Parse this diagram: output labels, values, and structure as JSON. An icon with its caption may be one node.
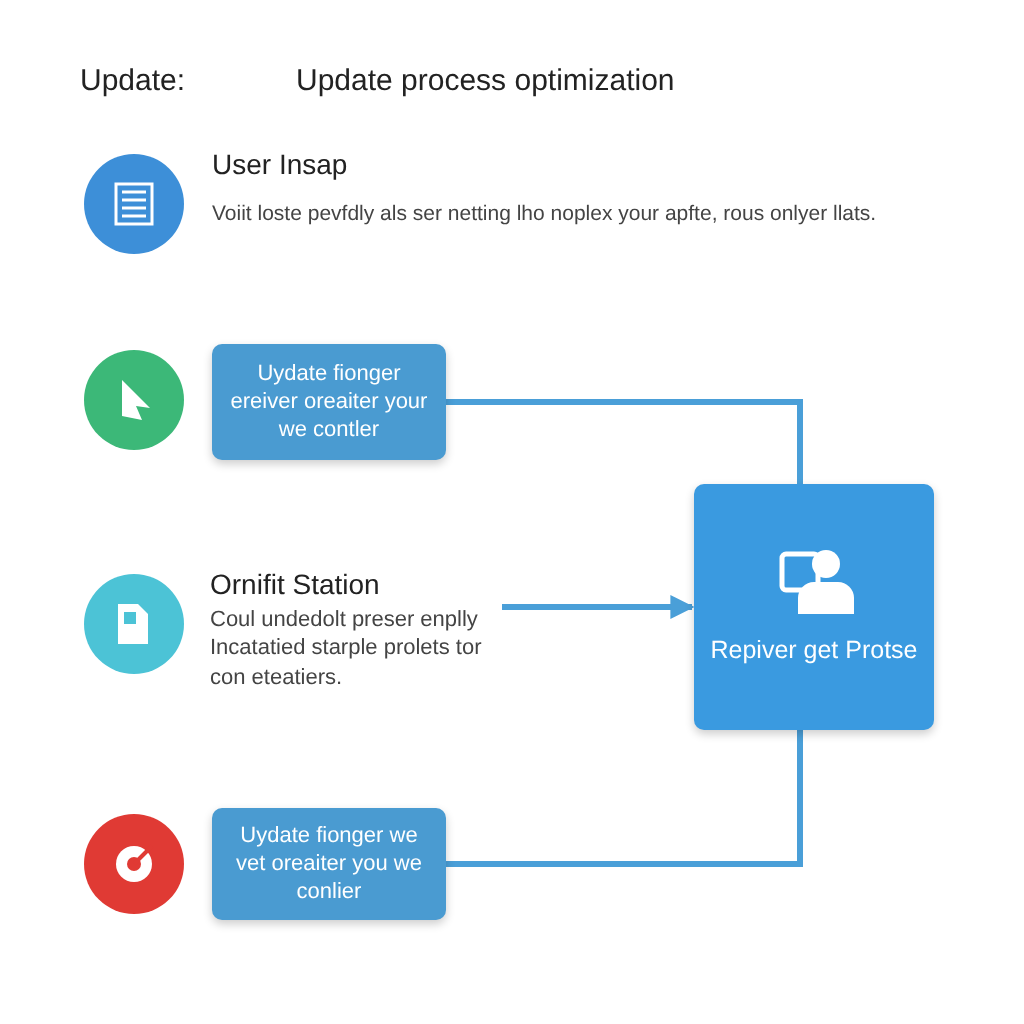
{
  "diagram": {
    "title": "Update process optimization",
    "nodes": [
      {
        "text": [
          "Uydate fionger ereiver oreaiter your we contler"
        ]
      },
      {
        "text": [
          "Ornifit Station",
          "Coul undedolt preser enplly Incatatied starple prolets tor con eteatiers."
        ]
      },
      {
        "text": [
          "Repiver get Protse"
        ]
      },
      {
        "text": [
          "Uydate fionger we vet oreaiter you we conlier"
        ]
      }
    ],
    "edges": [
      {
        "from": 0,
        "to": 2,
        "arrow": "none"
      },
      {
        "from": 1,
        "to": 2,
        "arrow": "to"
      },
      {
        "from": 3,
        "to": 2,
        "arrow": "none"
      }
    ],
    "labels": [
      "Update:",
      "User Insap",
      "Voiit loste pevfdly als ser netting lho noplex your apfte, rous onlyer llats."
    ]
  }
}
